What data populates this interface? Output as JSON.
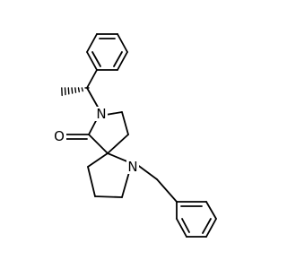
{
  "molecule": {
    "atom_labels": {
      "amide_nitrogen": "N",
      "amine_nitrogen": "N",
      "carbonyl_oxygen": "O"
    },
    "colors": {
      "bond": "#000000",
      "text": "#000000",
      "background": "#ffffff"
    }
  }
}
